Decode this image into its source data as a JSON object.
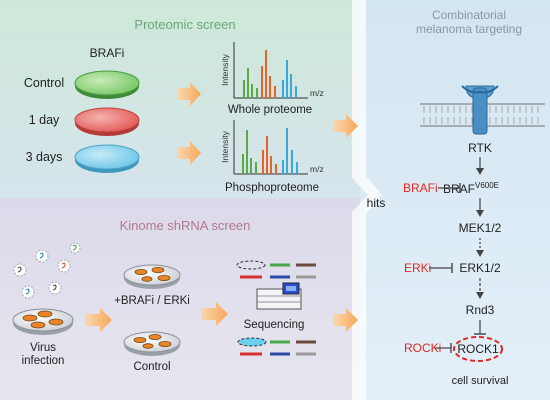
{
  "proteomic": {
    "title": "Proteomic screen",
    "treatment": "BRAFi",
    "dishes": [
      {
        "label": "Control",
        "color": "#6fc45e"
      },
      {
        "label": "1 day",
        "color": "#e0524f"
      },
      {
        "label": "3 days",
        "color": "#67c3e8"
      }
    ],
    "axis_y": "Intensity",
    "axis_x": "m/z",
    "spectra": [
      {
        "label": "Whole proteome"
      },
      {
        "label": "Phosphoproteome"
      }
    ]
  },
  "kinome": {
    "title": "Kinome shRNA screen",
    "virus_label": "Virus\ninfection",
    "treated_label": "+BRAFi / ERKi",
    "control_label": "Control",
    "sequencing_label": "Sequencing"
  },
  "hits_label": "hits",
  "combinatorial": {
    "title": "Combinatorial\nmelanoma targeting",
    "pathway": {
      "rtk": "RTK",
      "braf": "BRAF",
      "braf_sup": "V600E",
      "mek": "MEK1/2",
      "erk": "ERK1/2",
      "rnd3": "Rnd3",
      "rock": "ROCK1",
      "outcome": "cell survival"
    },
    "inhibitors": {
      "brafi": "BRAFi",
      "erki": "ERKi",
      "rocki": "ROCKi"
    }
  },
  "colors": {
    "inhibitor_red": "#e02a20",
    "green_panel": "#cfe8dc",
    "lilac_panel": "#dcd8e8",
    "blue_panel": "#cfe2f1",
    "arrow_orange": "#f5a85a"
  }
}
